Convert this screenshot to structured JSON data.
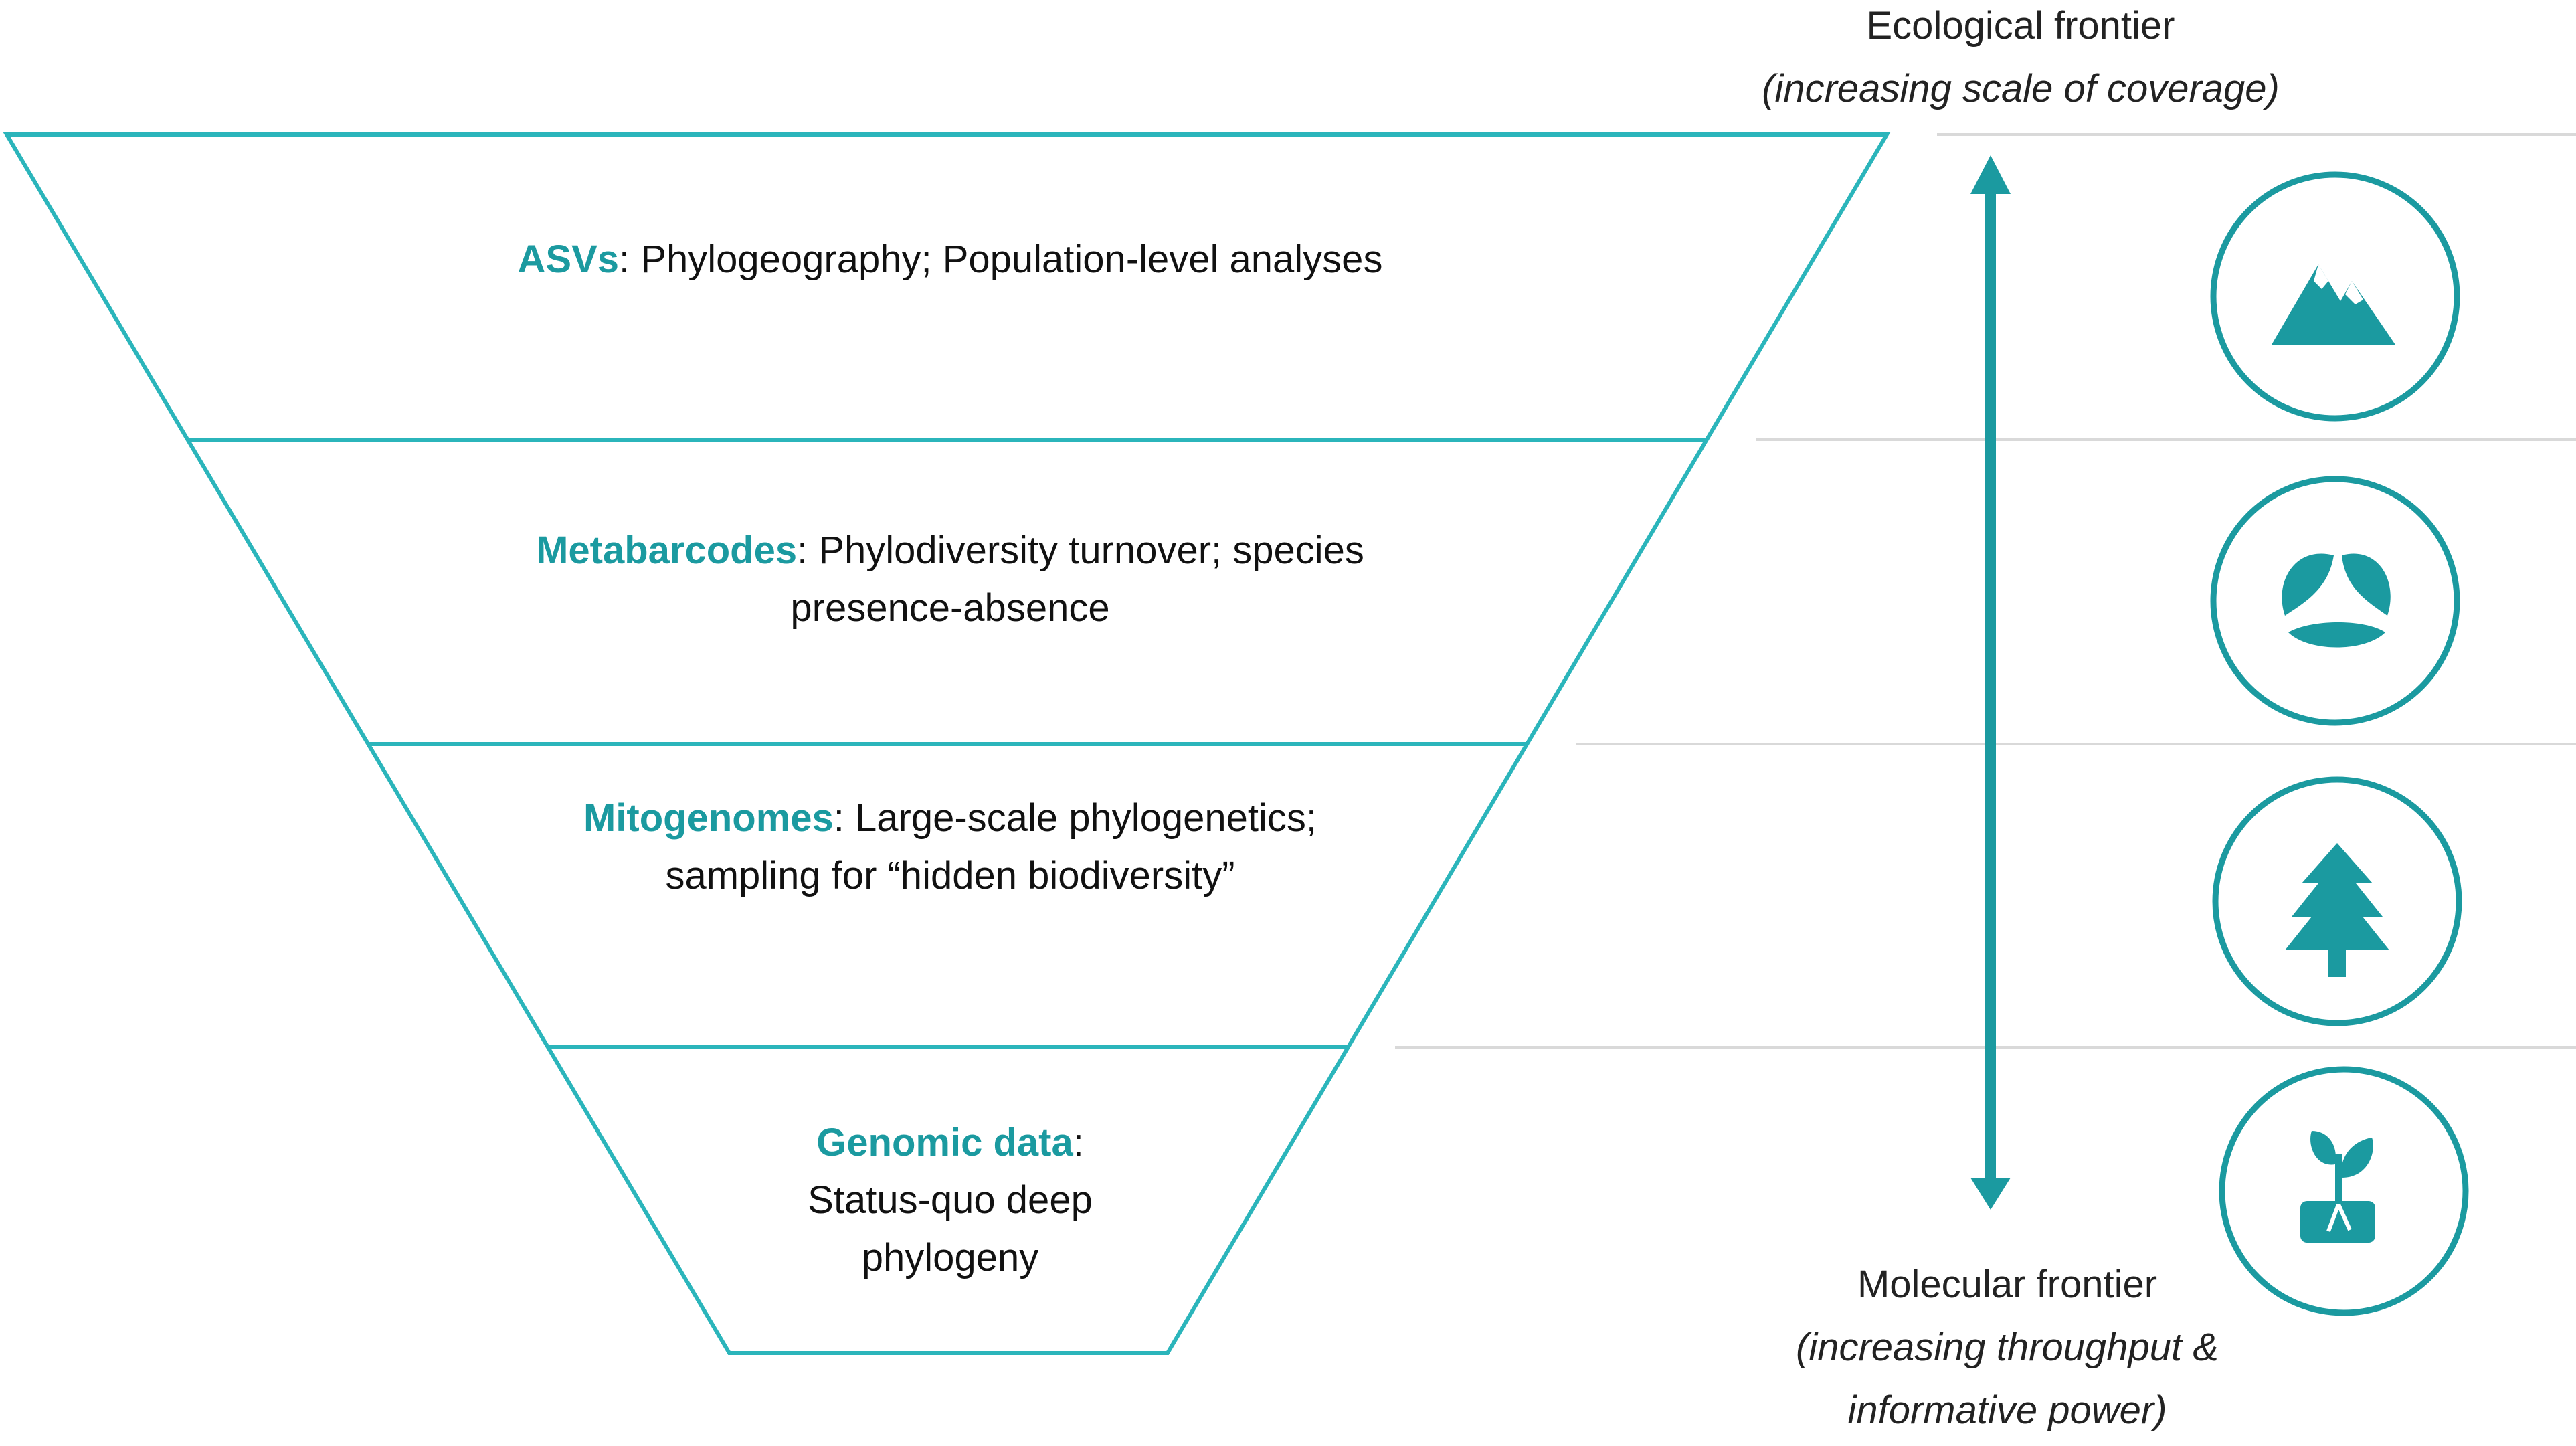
{
  "colors": {
    "accent": "#1b9aa0",
    "funnel_stroke": "#2bb5bb",
    "divider": "#d9d9d9"
  },
  "tiers": [
    {
      "lead": "ASVs",
      "rest": ": Phylogeography; Population-level analyses",
      "icon": "mountain-icon"
    },
    {
      "lead": "Metabarcodes",
      "rest": ": Phylodiversity turnover; species presence-absence",
      "icon": "leaves-cycle-icon"
    },
    {
      "lead": "Mitogenomes",
      "rest": ": Large-scale phylogenetics; sampling for “hidden biodiversity”",
      "icon": "pine-tree-icon"
    },
    {
      "lead": "Genomic data",
      "rest": ": Status-quo deep phylogeny",
      "icon": "seedling-icon"
    }
  ],
  "ecological_frontier": {
    "title": "Ecological frontier",
    "subtitle": "(increasing scale of coverage)"
  },
  "molecular_frontier": {
    "title": "Molecular frontier",
    "subtitle": "(increasing throughput & informative power)"
  }
}
